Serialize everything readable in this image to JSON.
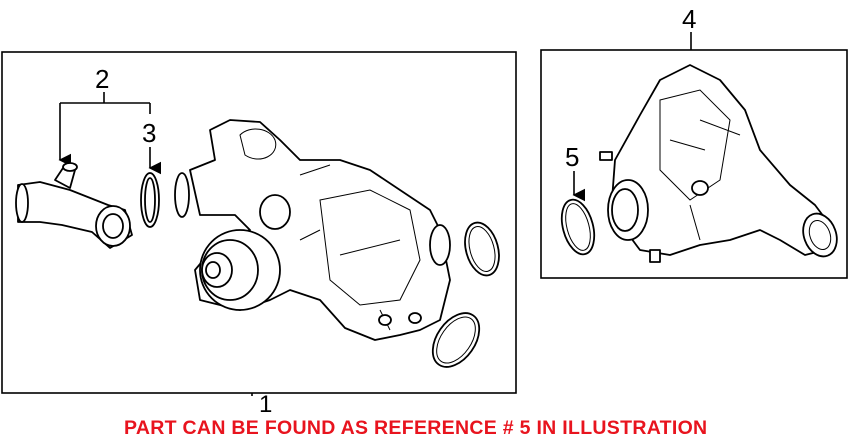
{
  "diagram": {
    "callouts": [
      "1",
      "2",
      "3",
      "4",
      "5"
    ],
    "note": "PART CAN BE FOUND AS REFERENCE # 5 IN ILLUSTRATION",
    "note_color": "#e8141e"
  }
}
